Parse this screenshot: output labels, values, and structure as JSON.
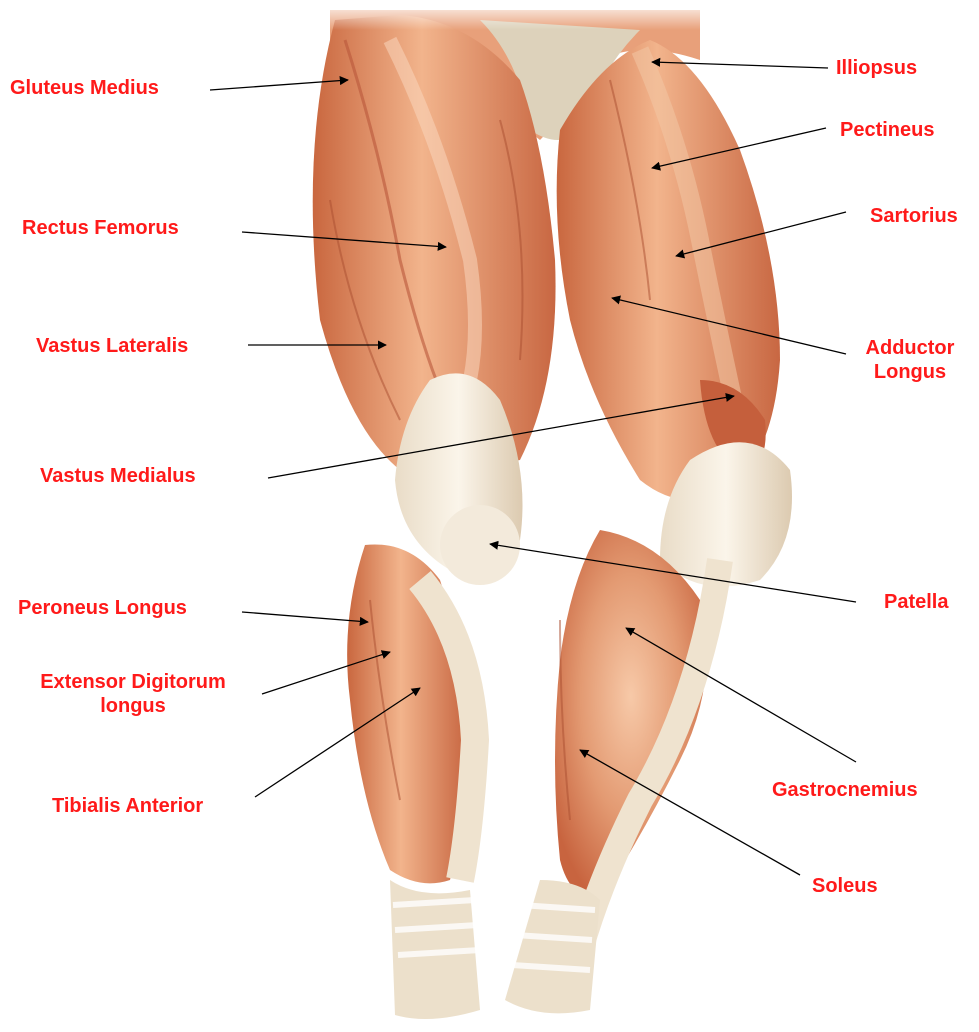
{
  "diagram": {
    "label_color": "#ff1a1a",
    "line_color": "#000000",
    "left_labels": [
      {
        "id": "gluteus-medius",
        "lines": [
          "Gluteus Medius"
        ]
      },
      {
        "id": "rectus-femorus",
        "lines": [
          "Rectus Femorus"
        ]
      },
      {
        "id": "vastus-lateralis",
        "lines": [
          "Vastus Lateralis"
        ]
      },
      {
        "id": "vastus-medialus",
        "lines": [
          "Vastus Medialus"
        ]
      },
      {
        "id": "peroneus-longus",
        "lines": [
          "Peroneus Longus"
        ]
      },
      {
        "id": "extensor-digitorum",
        "lines": [
          "Extensor Digitorum",
          "longus"
        ]
      },
      {
        "id": "tibialis-anterior",
        "lines": [
          "Tibialis Anterior"
        ]
      }
    ],
    "right_labels": [
      {
        "id": "illiopsus",
        "lines": [
          "Illiopsus"
        ]
      },
      {
        "id": "pectineus",
        "lines": [
          "Pectineus"
        ]
      },
      {
        "id": "sartorius",
        "lines": [
          "Sartorius"
        ]
      },
      {
        "id": "adductor-longus",
        "lines": [
          "Adductor",
          "Longus"
        ]
      },
      {
        "id": "patella",
        "lines": [
          "Patella"
        ]
      },
      {
        "id": "gastrocnemius",
        "lines": [
          "Gastrocnemius"
        ]
      },
      {
        "id": "soleus",
        "lines": [
          "Soleus"
        ]
      }
    ]
  }
}
